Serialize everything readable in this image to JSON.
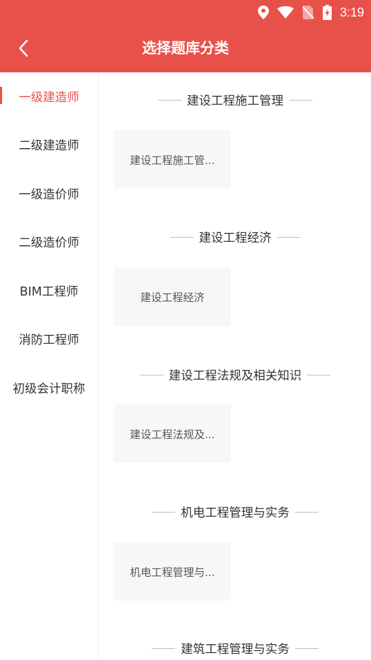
{
  "status_bar": {
    "time": "3:19",
    "icons": [
      "location-icon",
      "wifi-icon",
      "no-sim-icon",
      "battery-charging-icon"
    ]
  },
  "header": {
    "title": "选择题库分类",
    "back_icon": "chevron-left-icon"
  },
  "colors": {
    "accent": "#e8514a",
    "card_bg": "#f7f7f7",
    "text": "#333333"
  },
  "sidebar": {
    "items": [
      {
        "label": "一级建造师",
        "active": true
      },
      {
        "label": "二级建造师",
        "active": false
      },
      {
        "label": "一级造价师",
        "active": false
      },
      {
        "label": "二级造价师",
        "active": false
      },
      {
        "label": "BIM工程师",
        "active": false
      },
      {
        "label": "消防工程师",
        "active": false
      },
      {
        "label": "初级会计职称",
        "active": false
      }
    ]
  },
  "sections": [
    {
      "title": "建设工程施工管理",
      "cards": [
        "建设工程施工管..."
      ]
    },
    {
      "title": "建设工程经济",
      "cards": [
        "建设工程经济"
      ]
    },
    {
      "title": "建设工程法规及相关知识",
      "cards": [
        "建设工程法规及..."
      ]
    },
    {
      "title": "机电工程管理与实务",
      "cards": [
        "机电工程管理与..."
      ]
    },
    {
      "title": "建筑工程管理与实务",
      "cards": []
    }
  ]
}
